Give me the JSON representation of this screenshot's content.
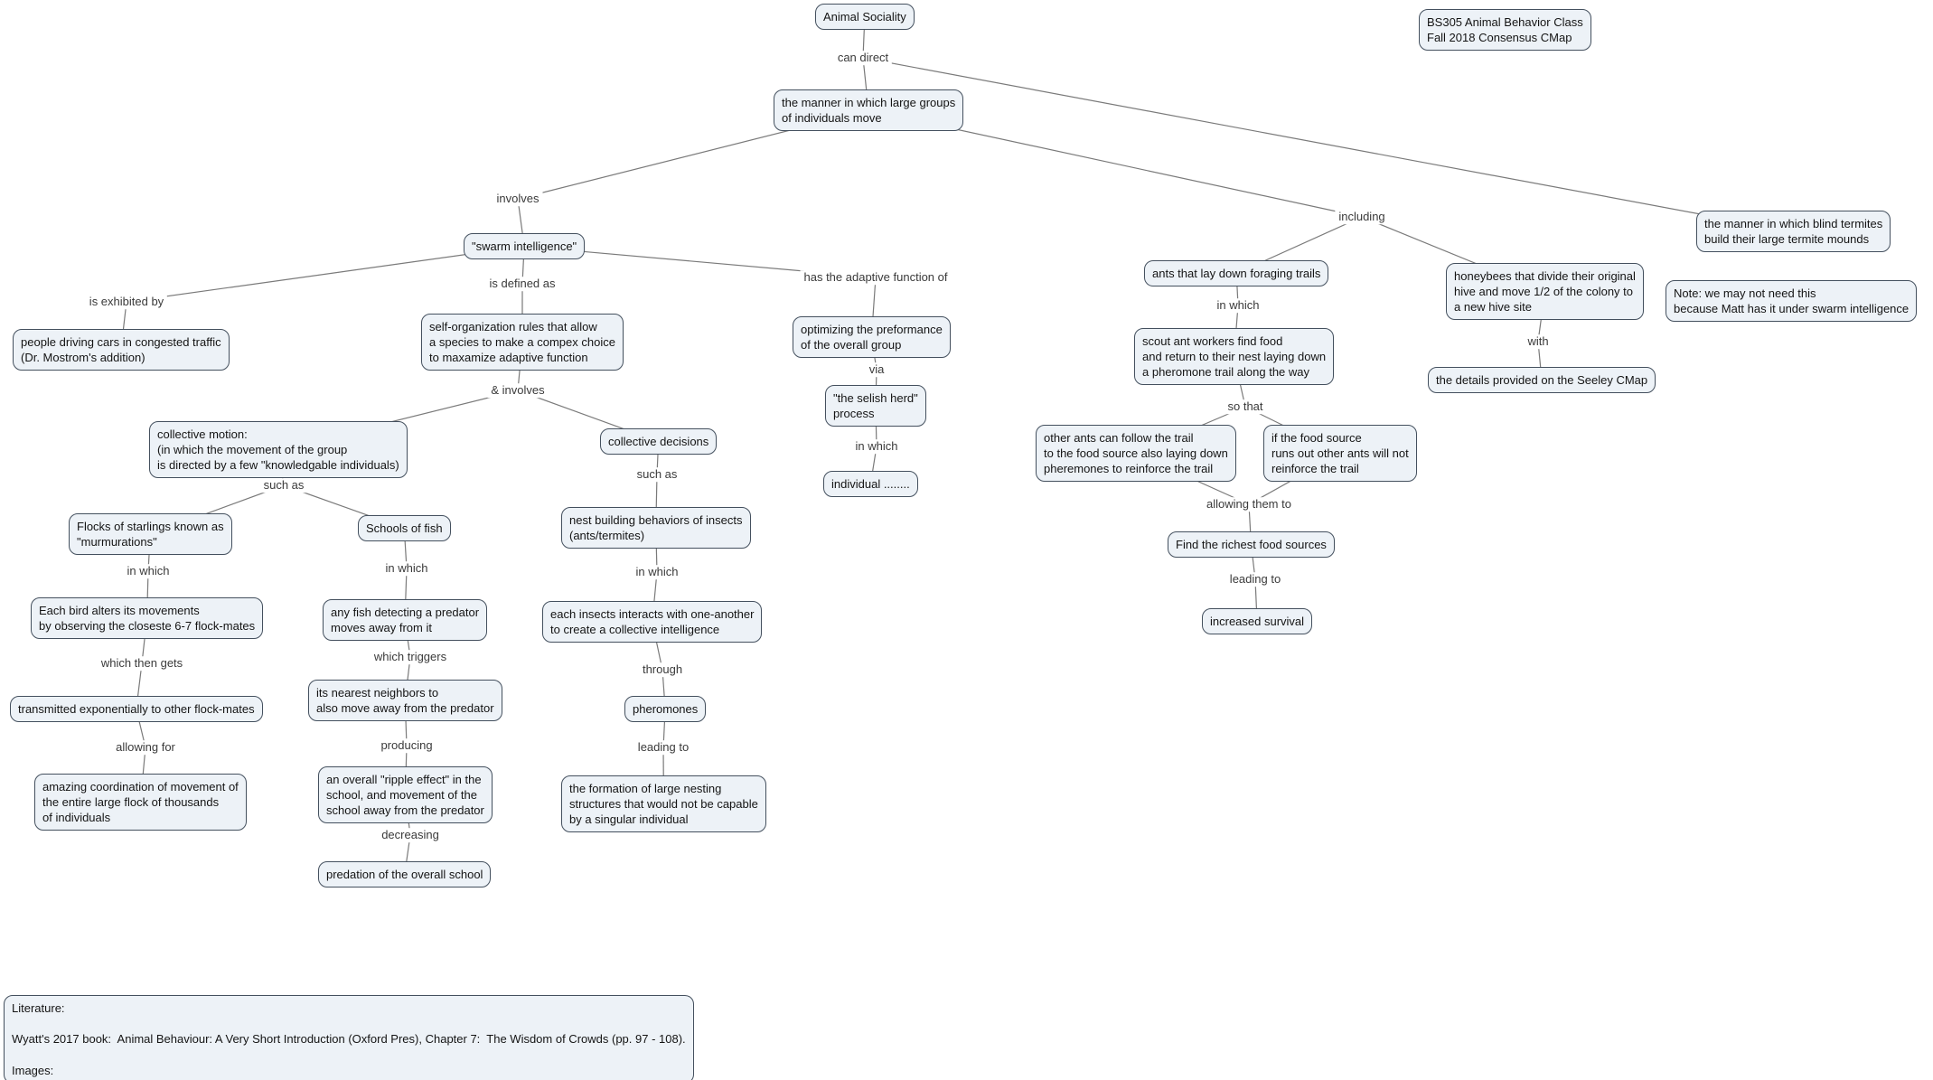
{
  "theme": {
    "node_fill": "#edf2f7",
    "node_border": "#44505e",
    "line_color": "#7a7a7a",
    "text_color": "#141414",
    "background": "#ffffff"
  },
  "nodes": {
    "animal_sociality": "Animal Sociality",
    "class_note": "BS305 Animal Behavior Class\nFall 2018 Consensus CMap",
    "large_groups": "the manner in which large groups\nof individuals move",
    "blind_termites": "the manner in which blind termites\nbuild their large termite mounds",
    "swarm_intelligence": "\"swarm intelligence\"",
    "people_driving": "people driving cars in congested traffic\n(Dr. Mostrom's addition)",
    "self_org": "self-organization rules that allow\na species to make a compex choice\nto maxamize adaptive function",
    "optimizing": "optimizing the preformance\nof the overall group",
    "selfish_herd": "\"the selish herd\"\nprocess",
    "individual": "individual ........",
    "collective_motion": "collective motion:\n(in which the movement of the group\nis directed by a few \"knowledgable individuals)",
    "collective_decisions": "collective decisions",
    "flocks": "Flocks of starlings known as\n\"murmurations\"",
    "schools": "Schools of fish",
    "each_bird": "Each bird alters its movements\nby observing the closeste 6-7 flock-mates",
    "transmitted": "transmitted exponentially to other flock-mates",
    "amazing": "amazing coordination of movement of\nthe entire large flock of thousands\nof individuals",
    "any_fish": "any fish detecting a predator\nmoves away from it",
    "nearest_neighbors": "its nearest neighbors to\nalso move away from the predator",
    "ripple": "an overall \"ripple effect\" in the\nschool, and movement of the\nschool away from the predator",
    "predation": "predation of the overall school",
    "nest_building": "nest building behaviors of insects\n(ants/termites)",
    "each_insect": "each insects interacts with one-another\nto create a collective intelligence",
    "pheromones": "pheromones",
    "formation": "the formation of large nesting\nstructures that would not be capable\nby a singular individual",
    "ants_trails": "ants that lay down foraging trails",
    "honeybees": "honeybees that divide their original\nhive and move 1/2 of the colony to\na new hive site",
    "note_matt": "Note: we may not need this\nbecause Matt has it under swarm intelligence",
    "scout_ants": "scout ant workers find food\nand return to their nest laying down\na pheromone trail along the way",
    "other_ants": "other ants can follow the trail\nto the food source also laying down\npheremones to reinforce the trail",
    "food_runs_out": "if the food source\nruns out other ants will not\nreinforce the trail",
    "richest_food": "Find the richest food sources",
    "increased_survival": "increased survival",
    "seeley": "the details provided on the Seeley CMap",
    "literature": "Literature:\n\nWyatt's 2017 book:  Animal Behaviour: A Very Short Introduction (Oxford Pres), Chapter 7:  The Wisdom of Crowds (pp. 97 - 108).\n\nImages:"
  },
  "labels": {
    "can_direct": "can direct",
    "involves": "involves",
    "including": "including",
    "is_exhibited_by": "is exhibited by",
    "is_defined_as": "is defined as",
    "has_adaptive": "has the adaptive function of",
    "via": "via",
    "in_which_herd": "in which",
    "and_involves": "& involves",
    "such_as_motion": "such as",
    "in_which_flocks": "in which",
    "which_then_gets": "which then gets",
    "allowing_for": "allowing for",
    "in_which_schools": "in which",
    "which_triggers": "which triggers",
    "producing": "producing",
    "decreasing": "decreasing",
    "such_as_decisions": "such as",
    "in_which_nest": "in which",
    "through": "through",
    "leading_to_formation": "leading to",
    "in_which_ants": "in which",
    "so_that": "so that",
    "allowing_them_to": "allowing them to",
    "leading_to_survival": "leading to",
    "with": "with"
  },
  "edges": [
    [
      "animal_sociality",
      "lbl_can_direct"
    ],
    [
      "lbl_can_direct",
      "large_groups"
    ],
    [
      "lbl_can_direct",
      "blind_termites"
    ],
    [
      "large_groups",
      "lbl_involves"
    ],
    [
      "lbl_involves",
      "swarm_intelligence"
    ],
    [
      "large_groups",
      "lbl_including"
    ],
    [
      "lbl_including",
      "ants_trails"
    ],
    [
      "lbl_including",
      "honeybees"
    ],
    [
      "swarm_intelligence",
      "lbl_is_exhibited_by"
    ],
    [
      "lbl_is_exhibited_by",
      "people_driving"
    ],
    [
      "swarm_intelligence",
      "lbl_is_defined_as"
    ],
    [
      "lbl_is_defined_as",
      "self_org"
    ],
    [
      "swarm_intelligence",
      "lbl_has_adaptive"
    ],
    [
      "lbl_has_adaptive",
      "optimizing"
    ],
    [
      "optimizing",
      "lbl_via"
    ],
    [
      "lbl_via",
      "selfish_herd"
    ],
    [
      "selfish_herd",
      "lbl_in_which_herd"
    ],
    [
      "lbl_in_which_herd",
      "individual"
    ],
    [
      "self_org",
      "lbl_and_involves"
    ],
    [
      "lbl_and_involves",
      "collective_motion"
    ],
    [
      "lbl_and_involves",
      "collective_decisions"
    ],
    [
      "collective_motion",
      "lbl_such_as_motion"
    ],
    [
      "lbl_such_as_motion",
      "flocks"
    ],
    [
      "lbl_such_as_motion",
      "schools"
    ],
    [
      "flocks",
      "lbl_in_which_flocks"
    ],
    [
      "lbl_in_which_flocks",
      "each_bird"
    ],
    [
      "each_bird",
      "lbl_which_then_gets"
    ],
    [
      "lbl_which_then_gets",
      "transmitted"
    ],
    [
      "transmitted",
      "lbl_allowing_for"
    ],
    [
      "lbl_allowing_for",
      "amazing"
    ],
    [
      "schools",
      "lbl_in_which_schools"
    ],
    [
      "lbl_in_which_schools",
      "any_fish"
    ],
    [
      "any_fish",
      "lbl_which_triggers"
    ],
    [
      "lbl_which_triggers",
      "nearest_neighbors"
    ],
    [
      "nearest_neighbors",
      "lbl_producing"
    ],
    [
      "lbl_producing",
      "ripple"
    ],
    [
      "ripple",
      "lbl_decreasing"
    ],
    [
      "lbl_decreasing",
      "predation"
    ],
    [
      "collective_decisions",
      "lbl_such_as_decisions"
    ],
    [
      "lbl_such_as_decisions",
      "nest_building"
    ],
    [
      "nest_building",
      "lbl_in_which_nest"
    ],
    [
      "lbl_in_which_nest",
      "each_insect"
    ],
    [
      "each_insect",
      "lbl_through"
    ],
    [
      "lbl_through",
      "pheromones"
    ],
    [
      "pheromones",
      "lbl_leading_to_formation"
    ],
    [
      "lbl_leading_to_formation",
      "formation"
    ],
    [
      "ants_trails",
      "lbl_in_which_ants"
    ],
    [
      "lbl_in_which_ants",
      "scout_ants"
    ],
    [
      "scout_ants",
      "lbl_so_that"
    ],
    [
      "lbl_so_that",
      "other_ants"
    ],
    [
      "lbl_so_that",
      "food_runs_out"
    ],
    [
      "other_ants",
      "lbl_allowing_them_to"
    ],
    [
      "food_runs_out",
      "lbl_allowing_them_to"
    ],
    [
      "lbl_allowing_them_to",
      "richest_food"
    ],
    [
      "richest_food",
      "lbl_leading_to_survival"
    ],
    [
      "lbl_leading_to_survival",
      "increased_survival"
    ],
    [
      "honeybees",
      "lbl_with"
    ],
    [
      "lbl_with",
      "seeley"
    ]
  ]
}
